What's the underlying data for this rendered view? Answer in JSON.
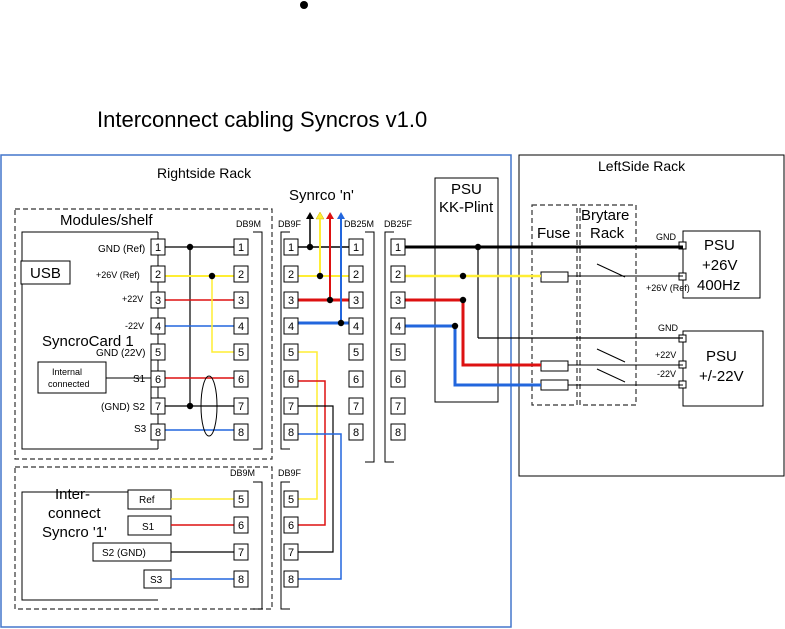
{
  "title": "Interconnect cabling Syncros v1.0",
  "racks": {
    "right": "Rightside Rack",
    "left": "LeftSide Rack"
  },
  "groups": {
    "modules_shelf": "Modules/shelf",
    "syncro_n": "Synrco 'n'",
    "psu_klint_line1": "PSU",
    "psu_klint_line2": "KK-Plint",
    "fuse": "Fuse",
    "brytare_line1": "Brytare",
    "brytare_line2": "Rack"
  },
  "connectors": {
    "db9m": "DB9M",
    "db9f": "DB9F",
    "db25m": "DB25M",
    "db25f": "DB25F"
  },
  "syncrocard": {
    "label": "SyncroCard 1",
    "usb": "USB",
    "internal_line1": "Internal",
    "internal_line2": "connected",
    "pins": [
      "GND (Ref)",
      "+26V (Ref)",
      "+22V",
      "-22V",
      "GND (22V)",
      "S1",
      "(GND) S2",
      "S3"
    ]
  },
  "interconnect": {
    "line1": "Inter-",
    "line2": "connect",
    "line3": "Syncro '1'",
    "pins": [
      "Ref",
      "S1",
      "S2 (GND)",
      "S3"
    ],
    "pin_numbers": [
      "5",
      "6",
      "7",
      "8"
    ]
  },
  "pin_numbers": [
    "1",
    "2",
    "3",
    "4",
    "5",
    "6",
    "7",
    "8"
  ],
  "psu_26": {
    "line1": "PSU",
    "line2": "+26V",
    "line3": "400Hz",
    "gnd": "GND",
    "ref": "+26V (Ref)"
  },
  "psu_22": {
    "line1": "PSU",
    "line2": "+/-22V",
    "gnd": "GND",
    "pos": "+22V",
    "neg": "-22V"
  },
  "colors": {
    "black": "#000000",
    "yellow": "#ffee33",
    "red": "#dd1111",
    "blue": "#2266dd",
    "rack_border": "#4477cc"
  }
}
